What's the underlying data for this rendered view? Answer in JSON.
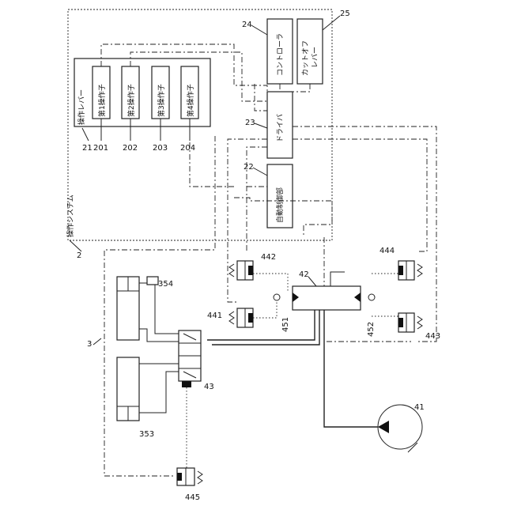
{
  "figure_label": "3",
  "system": {
    "number": "2",
    "label": "操作システム"
  },
  "lever": {
    "number": "21",
    "label": "操作レバー",
    "operators": [
      {
        "number": "201",
        "label": "第1操作子"
      },
      {
        "number": "202",
        "label": "第2操作子"
      },
      {
        "number": "203",
        "label": "第3操作子"
      },
      {
        "number": "204",
        "label": "第4操作子"
      }
    ]
  },
  "controller": {
    "number": "24",
    "label": "コントローラ"
  },
  "cutoff_lever": {
    "number": "25",
    "label_line1": "カットオフ",
    "label_line2": "レバー"
  },
  "driver": {
    "number": "23",
    "label": "ドライバ"
  },
  "auto_control": {
    "number": "22",
    "label": "自動制御部"
  },
  "pump": {
    "number": "41"
  },
  "pilot_pump": {
    "number": "42"
  },
  "control_valve": {
    "number": "43"
  },
  "cylinders": [
    {
      "number": "354"
    },
    {
      "number": "353"
    }
  ],
  "solenoid_valves": [
    {
      "number": "441"
    },
    {
      "number": "442"
    },
    {
      "number": "443"
    },
    {
      "number": "444"
    },
    {
      "number": "445"
    }
  ],
  "shuttle_valves": [
    {
      "number": "451"
    },
    {
      "number": "452"
    }
  ]
}
